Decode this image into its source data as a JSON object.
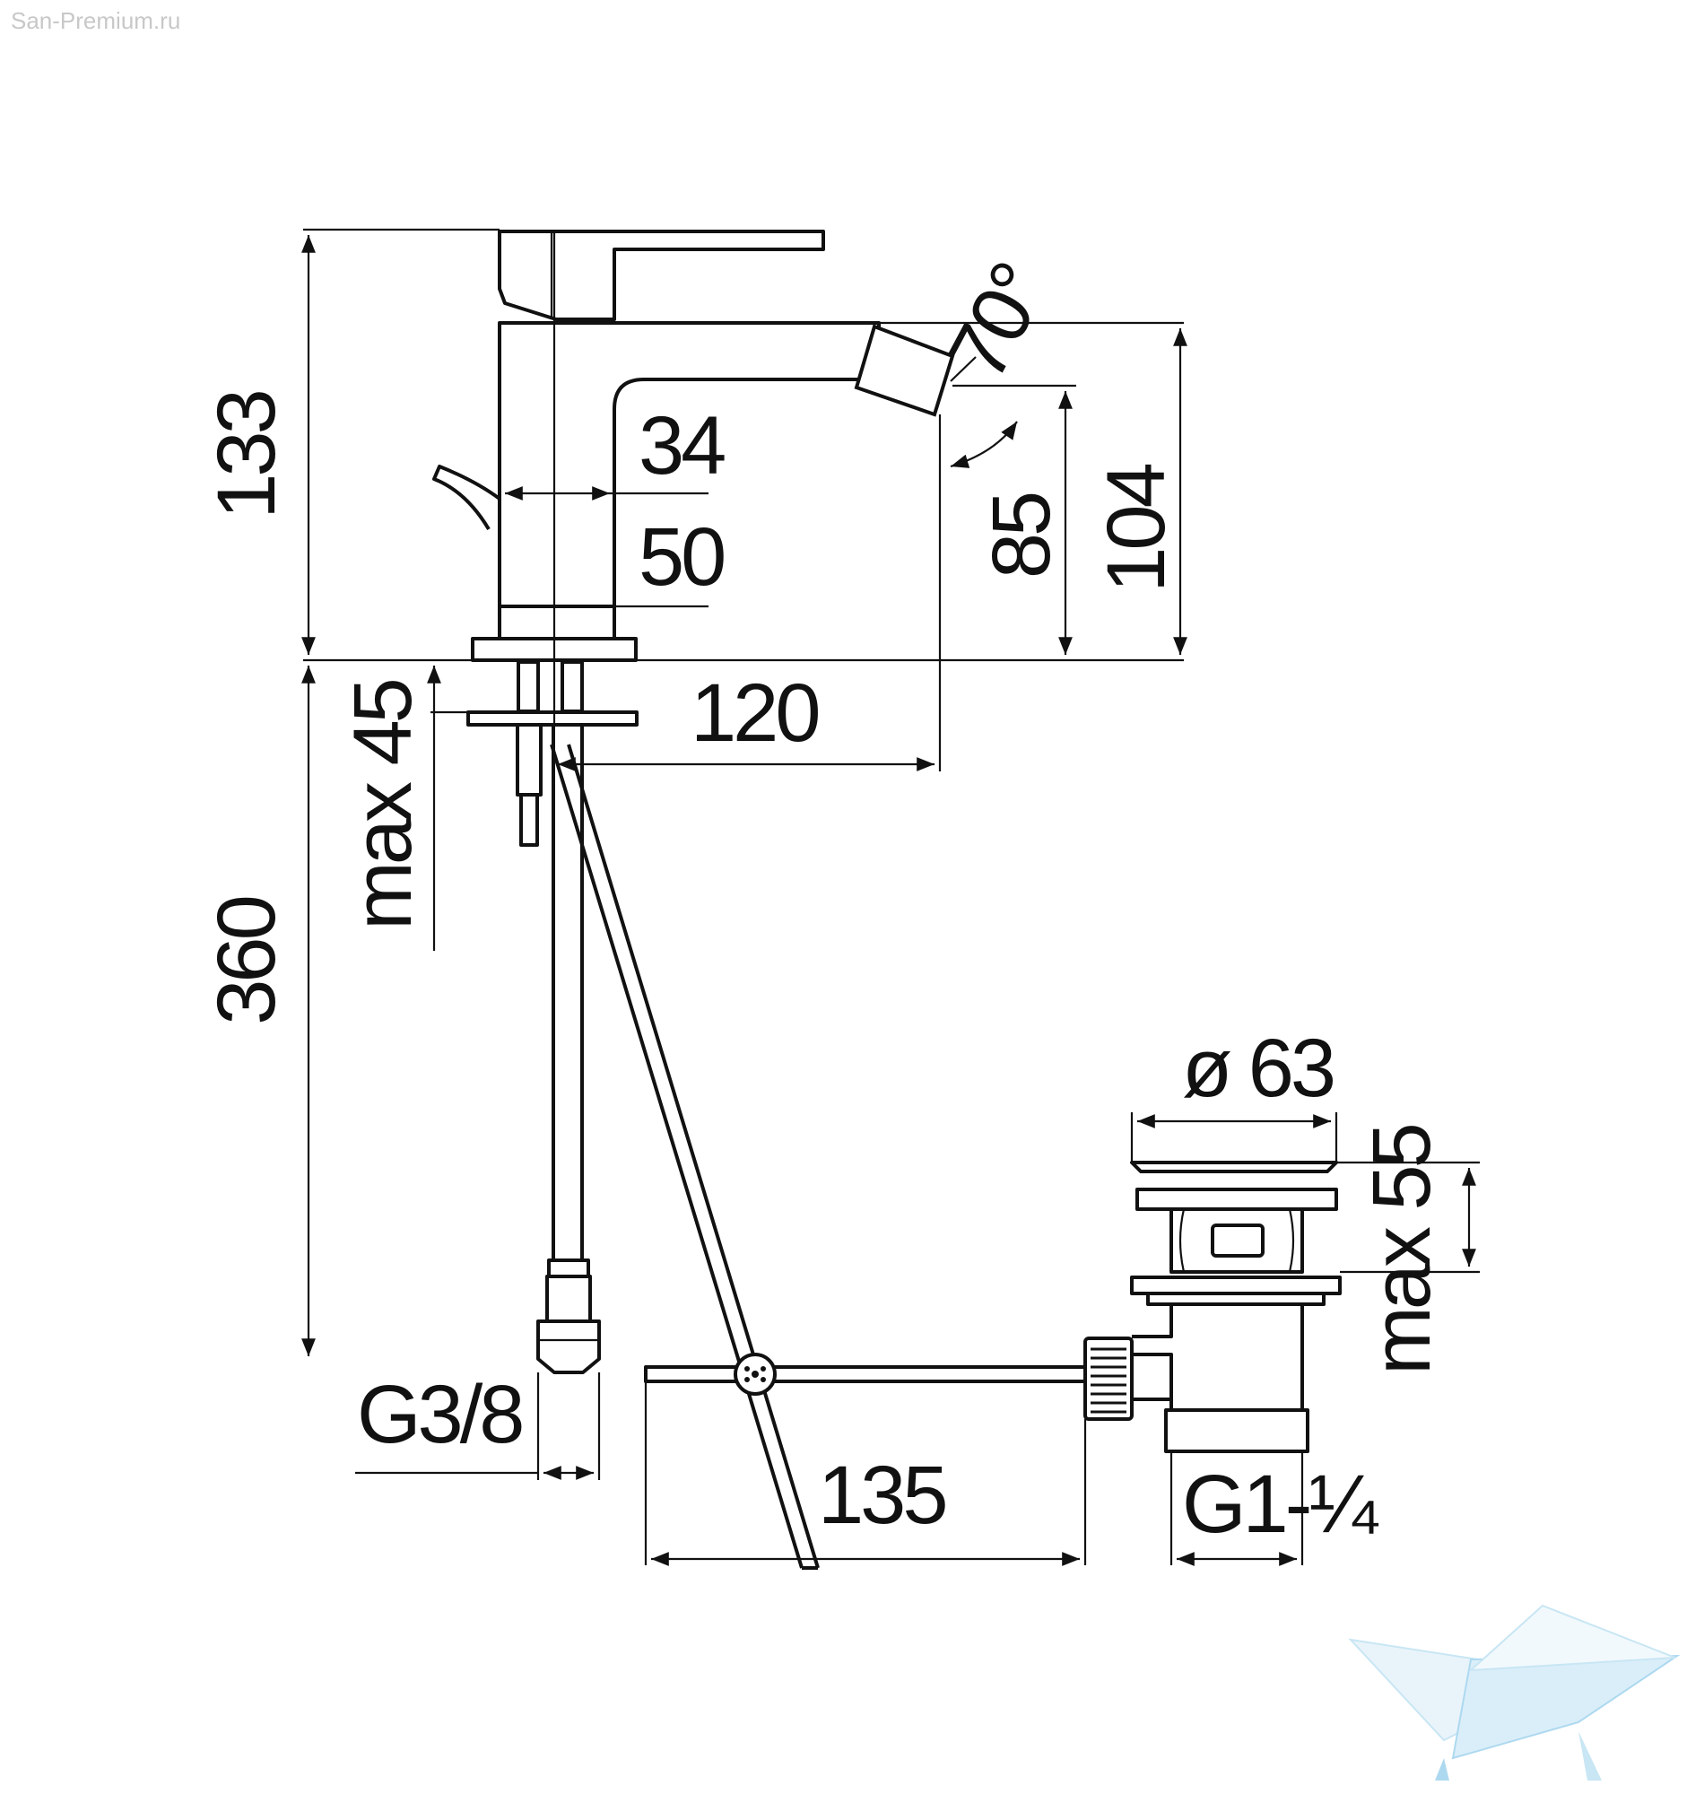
{
  "watermark": "San-Premium.ru",
  "dimensions": {
    "total_height": "133",
    "height_104": "104",
    "height_85": "85",
    "angle": "70°",
    "d34": "34",
    "d50": "50",
    "reach": "120",
    "max45": "max 45",
    "hose": "360",
    "g38": "G3/8",
    "rod": "135",
    "waste_dia": "ø 63",
    "max55": "max 55",
    "g114": "G1-¼"
  },
  "colors": {
    "ink": "#111111",
    "logo_light": "#dbeef8",
    "logo_mid": "#9fd3ee"
  }
}
